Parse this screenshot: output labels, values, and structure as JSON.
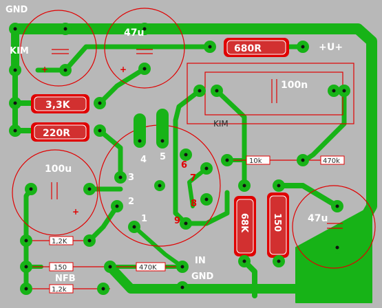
{
  "colors": {
    "board": "#b8b8b8",
    "copper": "#17b317",
    "silkscreen": "#e00000",
    "body_text": "#ffffff",
    "pad_hole": "#111111"
  },
  "labels": {
    "gnd_top": "GND",
    "kim_left": "KIM",
    "kim_center": "KIM",
    "u_plus": "U+",
    "in": "IN",
    "gnd_bottom": "GND",
    "nfb": "NFB",
    "plus_marks": [
      "+",
      "+",
      "+",
      "+"
    ]
  },
  "components": {
    "c_top_left": "",
    "c_top_mid": "47u",
    "r_680": "680R",
    "r_3_3k": "3,3K",
    "r_220": "220R",
    "c_100n": "100n",
    "c_100u": "100u",
    "r_10k": "10k",
    "r_470k_right": "470k",
    "r_68k": "68K",
    "r_150_vert": "150",
    "c_47u_right": "47u",
    "r_1_2k_a": "1,2K",
    "r_150_bottom": "150",
    "r_470k_bottom": "470K",
    "r_1_2k_b": "1,2k"
  },
  "tube_pins": [
    "1",
    "2",
    "3",
    "4",
    "5",
    "6",
    "7",
    "8",
    "9"
  ]
}
